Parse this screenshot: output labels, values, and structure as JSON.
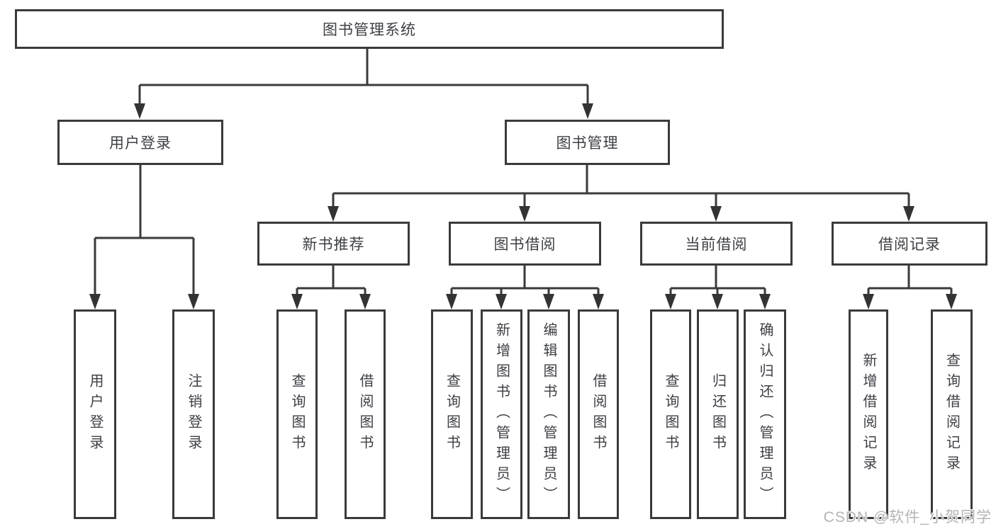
{
  "root": {
    "label": "图书管理系统"
  },
  "branches": [
    {
      "label": "用户登录",
      "children": [
        "用户登录",
        "注销登录"
      ]
    },
    {
      "label": "图书管理",
      "groups": [
        {
          "label": "新书推荐",
          "children": [
            "查询图书",
            "借阅图书"
          ]
        },
        {
          "label": "图书借阅",
          "children": [
            "查询图书",
            "新增图书（管理员）",
            "编辑图书（管理员）",
            "借阅图书"
          ]
        },
        {
          "label": "当前借阅",
          "children": [
            "查询图书",
            "归还图书",
            "确认归还（管理员）"
          ]
        },
        {
          "label": "借阅记录",
          "children": [
            "新增借阅记录",
            "查询借阅记录"
          ]
        }
      ]
    }
  ],
  "watermark": {
    "text": "CSDN @软件_小贺同学"
  },
  "colors": {
    "line": "#3a3a3a",
    "box_border": "#3a3a3a",
    "text": "#3d3f44",
    "background": "#ffffff",
    "watermark": "#b4b4b4"
  }
}
